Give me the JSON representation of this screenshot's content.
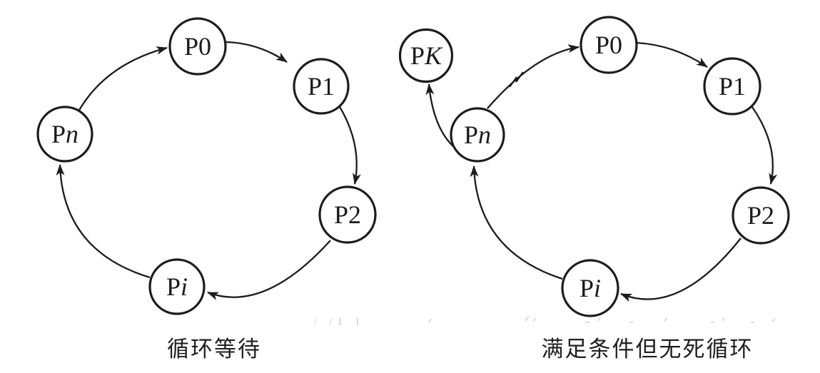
{
  "figure": {
    "type": "process-cycle-diagrams",
    "background": "#ffffff",
    "ink_color": "#1c1c1c"
  },
  "diagrams": [
    {
      "name": "circular-wait",
      "caption": "循环等待",
      "nodes": [
        {
          "id": "P0",
          "prefix": "P",
          "suffix": "0",
          "suffix_italic": false
        },
        {
          "id": "P1",
          "prefix": "P",
          "suffix": "1",
          "suffix_italic": false
        },
        {
          "id": "P2",
          "prefix": "P",
          "suffix": "2",
          "suffix_italic": false
        },
        {
          "id": "Pi",
          "prefix": "P",
          "suffix": "i",
          "suffix_italic": true
        },
        {
          "id": "Pn",
          "prefix": "P",
          "suffix": "n",
          "suffix_italic": true
        }
      ],
      "edges": [
        "Pn→P0",
        "P0→P1",
        "P1→P2",
        "P2→Pi",
        "Pi→Pn"
      ]
    },
    {
      "name": "no-deadlock-cycle",
      "caption": "满足条件但无死循环",
      "nodes": [
        {
          "id": "PK",
          "prefix": "P",
          "suffix": "K",
          "suffix_italic": true
        },
        {
          "id": "P0",
          "prefix": "P",
          "suffix": "0",
          "suffix_italic": false
        },
        {
          "id": "P1",
          "prefix": "P",
          "suffix": "1",
          "suffix_italic": false
        },
        {
          "id": "P2",
          "prefix": "P",
          "suffix": "2",
          "suffix_italic": false
        },
        {
          "id": "Pi",
          "prefix": "P",
          "suffix": "i",
          "suffix_italic": true
        },
        {
          "id": "Pn",
          "prefix": "P",
          "suffix": "n",
          "suffix_italic": true
        }
      ],
      "edges": [
        "Pn→PK",
        "Pn→P0 (broken)",
        "P0→P1",
        "P1→P2",
        "P2→Pi",
        "Pi→Pn"
      ],
      "break_mark": "double-slash release mark on Pn→P0 edge"
    }
  ],
  "artifacts": {
    "left_faint_text": "/ /1 1"
  }
}
